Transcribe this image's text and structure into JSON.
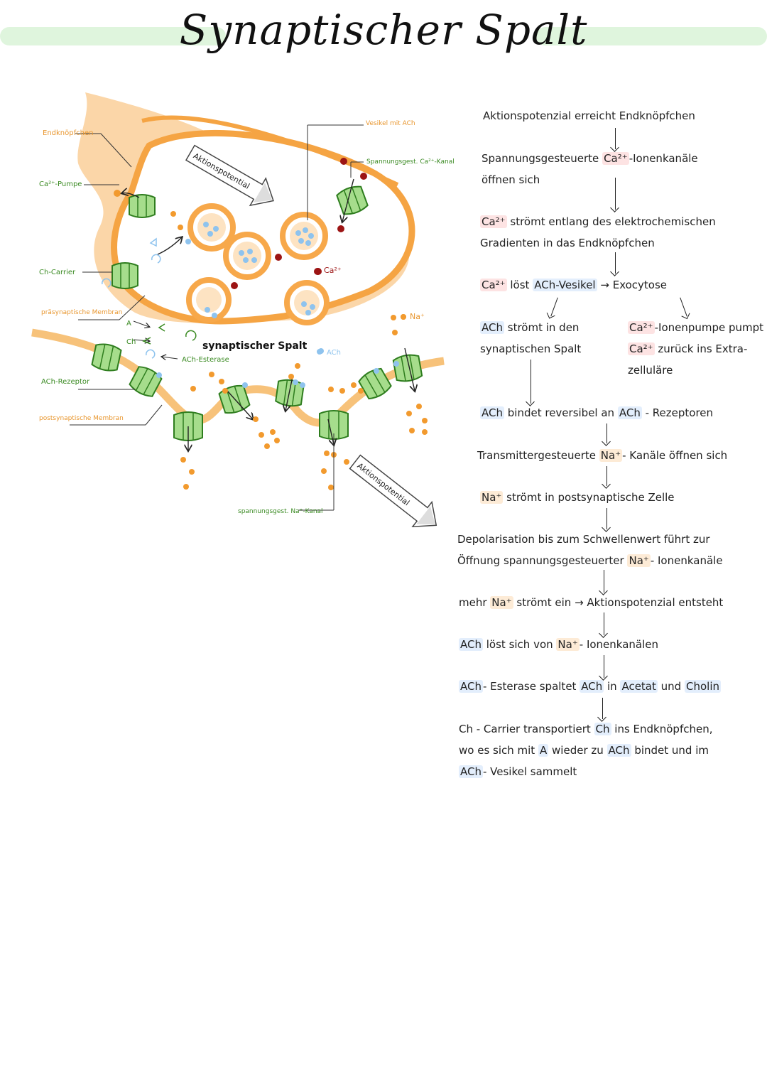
{
  "title": "Synaptischer Spalt",
  "diagram": {
    "labels": {
      "endknoepfchen": "Endknöpfchen",
      "ca_pumpe": "Ca²⁺-Pumpe",
      "ch_carrier": "Ch-Carrier",
      "praesynaptische_membran": "präsynaptische Membran",
      "a": "A",
      "ch": "Ch",
      "ach_esterase": "ACh-Esterase",
      "synaptischer_spalt": "synaptischer Spalt",
      "ach": "ACh",
      "ach_rezeptor": "ACh-Rezeptor",
      "postsynaptische_membran": "postsynaptische Membran",
      "vesikel_mit_ach": "Vesikel mit ACh",
      "spannungsgest_ca_kanal": "Spannungsgest. Ca²⁺-Kanal",
      "ca2": "Ca²⁺",
      "na": "Na⁺",
      "aktionspotential_top": "Aktionspotential",
      "aktionspotential_bottom": "Aktionspotential",
      "spannungsgest_na_kanal": "spannungsgest. Na⁺-Kanal"
    }
  },
  "flow": {
    "s1": "Aktionspotenzial erreicht Endknöpfchen",
    "s2a": "Spannungsgesteuerte",
    "s2b": "Ca²⁺",
    "s2c": "-Ionenkanäle",
    "s2d": "öffnen sich",
    "s3a": "Ca²⁺",
    "s3b": "strömt entlang des elektrochemischen",
    "s3c": "Gradienten in das Endknöpfchen",
    "s4a": "Ca²⁺",
    "s4b": "löst",
    "s4c": "ACh-Vesikel",
    "s4d": "→ Exocytose",
    "s5a": "ACh",
    "s5b": "strömt in den",
    "s5c": "synaptischen Spalt",
    "s6a": "Ca²⁺",
    "s6b": "-Ionenpumpe pumpt",
    "s6c": "Ca²⁺",
    "s6d": "zurück ins Extra-",
    "s6e": "zelluläre",
    "s7a": "ACh",
    "s7b": "bindet reversibel an",
    "s7c": "ACh",
    "s7d": "- Rezeptoren",
    "s8a": "Transmittergesteuerte",
    "s8b": "Na⁺",
    "s8c": "- Kanäle öffnen sich",
    "s9a": "Na⁺",
    "s9b": "strömt in postsynaptische Zelle",
    "s10a": "Depolarisation bis zum Schwellenwert führt zur",
    "s10b": "Öffnung spannungsgesteuerter",
    "s10c": "Na⁺",
    "s10d": "- Ionenkanäle",
    "s11a": "mehr",
    "s11b": "Na⁺",
    "s11c": "strömt ein → Aktionspotenzial entsteht",
    "s12a": "ACh",
    "s12b": "löst sich von",
    "s12c": "Na⁺",
    "s12d": "- Ionenkanälen",
    "s13a": "ACh",
    "s13b": "- Esterase spaltet",
    "s13c": "ACh",
    "s13d": "in",
    "s13e": "Acetat",
    "s13f": "und",
    "s13g": "Cholin",
    "s14a": "Ch - Carrier transportiert",
    "s14b": "Ch",
    "s14c": "ins Endknöpfchen,",
    "s14d": "wo es sich mit",
    "s14e": "A",
    "s14f": "wieder zu",
    "s14g": "ACh",
    "s14h": "bindet und im",
    "s14i": "ACh",
    "s14j": "- Vesikel sammelt"
  },
  "colors": {
    "orange": "#f7a84a",
    "orange_light": "#fbd6a8",
    "green": "#a6dd8c",
    "green_dark": "#2e7d1e",
    "dark_red": "#9c1414",
    "blue_dot": "#8ec3ee",
    "label_orange": "#e8962e",
    "label_green": "#3a8a22"
  }
}
